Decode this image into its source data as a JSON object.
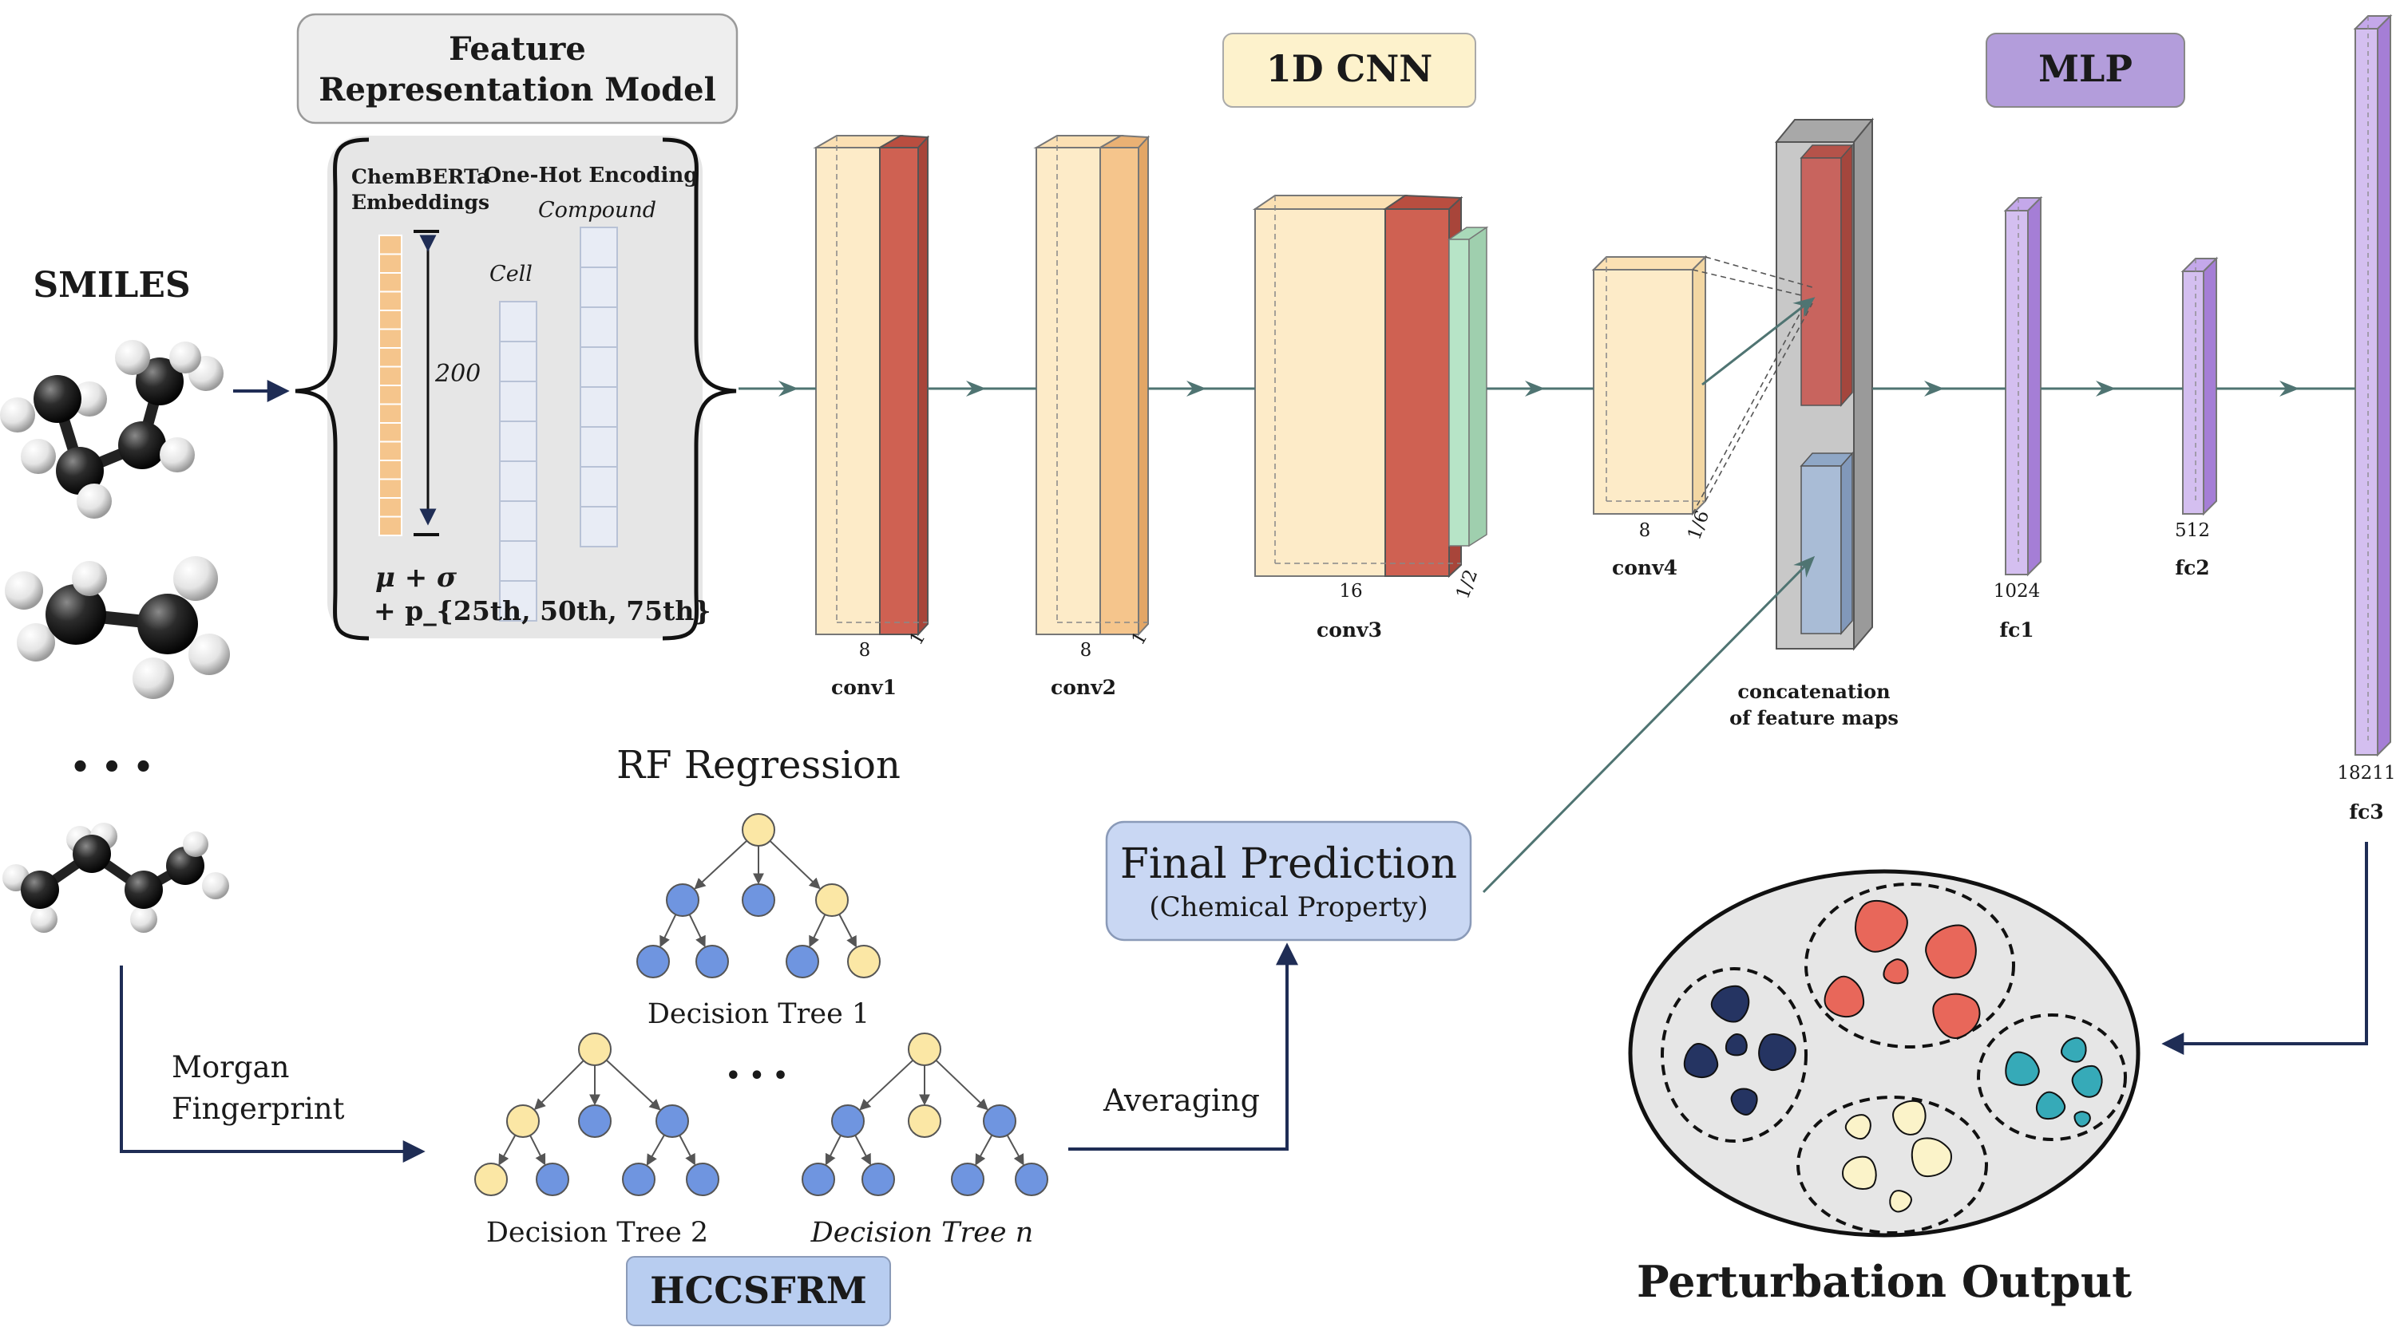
{
  "labels": {
    "feature_model": [
      "Feature",
      "Representation Model"
    ],
    "chemberta": [
      "ChemBERTa",
      "Embeddings"
    ],
    "one_hot": "One-Hot Encoding",
    "compound": "Compound",
    "cell": "Cell",
    "dim_200": "200",
    "stats_line1": "μ +  σ",
    "stats_line2": "+ p_{25th, 50th, 75th}",
    "smiles": "SMILES",
    "ellipsis": "• • •",
    "morgan": [
      "Morgan",
      "Fingerprint"
    ],
    "cnn_title": "1D CNN",
    "mlp_title": "MLP",
    "rf_title": "RF Regression",
    "tree1": "Decision Tree 1",
    "tree2": "Decision Tree 2",
    "treen": "Decision Tree n",
    "tree_dots": "• • •",
    "averaging": "Averaging",
    "final_pred": "Final Prediction",
    "final_pred_sub": "(Chemical Property)",
    "hccsfrm": "HCCSFRM",
    "concat": [
      "concatenation",
      "of feature maps"
    ],
    "perturbation": "Perturbation Output"
  },
  "layers": {
    "conv1": {
      "name": "conv1",
      "width": "8",
      "depth": "1"
    },
    "conv2": {
      "name": "conv2",
      "width": "8",
      "depth": "1"
    },
    "conv3": {
      "name": "conv3",
      "width": "16",
      "depth": "1/2"
    },
    "conv4": {
      "name": "conv4",
      "width": "8",
      "depth": "1/6"
    },
    "fc1": {
      "name": "fc1",
      "size": "1024"
    },
    "fc2": {
      "name": "fc2",
      "size": "512"
    },
    "fc3": {
      "name": "fc3",
      "size": "18211"
    }
  },
  "colors": {
    "cream": "#fdebc8",
    "peach": "#f5c58c",
    "red": "#cf6152",
    "green": "#b7e4c7",
    "purple": "#d4bff0",
    "purple_dark": "#a57ed6",
    "blue_box": "#c9d7f3",
    "orange_cell": "#e07a3a",
    "tree_yellow": "#fbe7a5",
    "tree_blue": "#6f95e0",
    "cluster_red": "#e8675a",
    "cluster_navy": "#253462",
    "cluster_teal": "#36aab8",
    "cluster_cream": "#fbf3c9"
  }
}
